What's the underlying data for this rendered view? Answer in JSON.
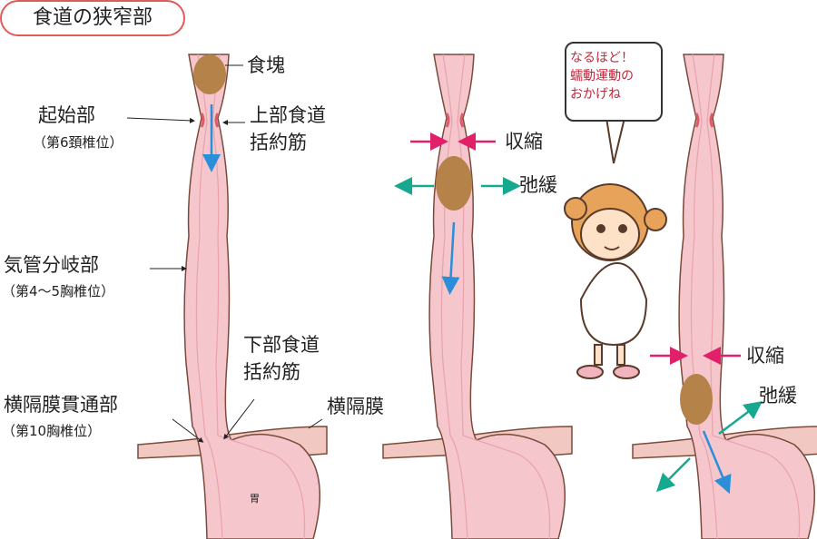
{
  "title": "食道の狭窄部",
  "panel1": {
    "bolus": "食塊",
    "origin": "起始部",
    "origin_pos": "（第6頚椎位）",
    "ues_1": "上部食道",
    "ues_2": "括約筋",
    "bifurcation": "気管分岐部",
    "bifurcation_pos": "（第4〜5胸椎位）",
    "les_1": "下部食道",
    "les_2": "括約筋",
    "hiatus": "横隔膜貫通部",
    "hiatus_pos": "（第10胸椎位）",
    "diaphragm": "横隔膜",
    "stomach": "胃"
  },
  "panel2": {
    "contract": "収縮",
    "relax": "弛緩"
  },
  "bubble": {
    "line1": "なるほど！",
    "line2": "蠕動運動の",
    "line3": "おかげね"
  },
  "panel3": {
    "contract": "収縮",
    "relax": "弛緩"
  },
  "colors": {
    "tissue": "#f5c6cc",
    "outline": "#7a4a3a",
    "bolus": "#b5824a",
    "arrow_blue": "#2a8fd8",
    "arrow_pink": "#e2206a",
    "arrow_teal": "#17a98f"
  }
}
